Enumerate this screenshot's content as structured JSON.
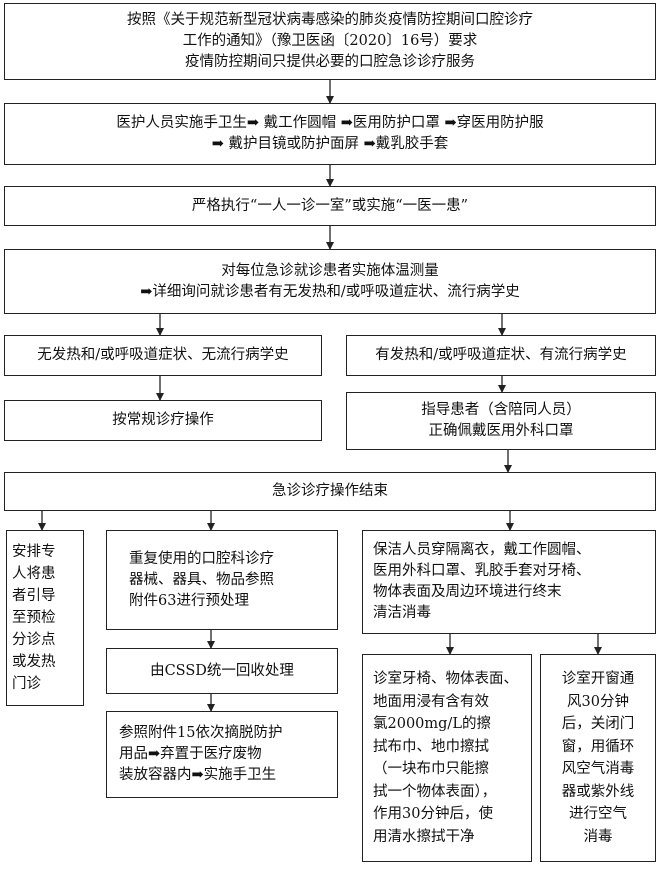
{
  "nodes": {
    "n1": [
      "按照《关于规范新型冠状病毒感染的肺炎疫情防控期间口腔诊疗",
      "工作的通知》（豫卫医函〔2020〕16号）要求",
      "疫情防控期间只提供必要的口腔急诊诊疗服务"
    ],
    "n2": [
      "医护人员实施手卫生➡ 戴工作圆帽 ➡医用防护口罩 ➡穿医用防护服",
      "➡ 戴护目镜或防护面屏 ➡戴乳胶手套"
    ],
    "n3": [
      "严格执行“一人一诊一室”或实施“一医一患”"
    ],
    "n4": [
      "对每位急诊就诊患者实施体温测量",
      "➡详细询问就诊患者有无发热和/或呼吸道症状、流行病学史"
    ],
    "n5a": [
      "无发热和/或呼吸道症状、无流行病学史"
    ],
    "n5b": [
      "有发热和/或呼吸道症状、有流行病学史"
    ],
    "n6a": [
      "按常规诊疗操作"
    ],
    "n6b": [
      "指导患者（含陪同人员）",
      "正确佩戴医用外科口罩"
    ],
    "n7": [
      "急诊诊疗操作结束"
    ],
    "n8a": [
      "安排专",
      "人将患",
      "者引导",
      "至预检",
      "分诊点",
      "或发热",
      "门诊"
    ],
    "n8b": [
      "重复使用的口腔科诊疗",
      "器械、器具、物品参照",
      "附件63进行预处理"
    ],
    "n8c": [
      "保洁人员穿隔离衣，戴工作圆帽、",
      "医用外科口罩、乳胶手套对牙椅、",
      "物体表面及周边环境进行终末",
      "清洁消毒"
    ],
    "n9b": [
      "由CSSD统一回收处理"
    ],
    "n10b": [
      "参照附件15依次摘脱防护",
      "用品➡弃置于医疗废物",
      "装放容器内➡实施手卫生"
    ],
    "n9c": [
      "诊室牙椅、物体表面、",
      "地面用浸有含有效",
      "氯2000mg/L的擦",
      "拭布巾、地巾擦拭",
      "（一块布巾只能擦",
      "拭一个物体表面），",
      "作用30分钟后，使",
      "用清水擦拭干净"
    ],
    "n9d": [
      "诊室开窗通",
      "风30分钟",
      "后，关闭门",
      "窗，用循环",
      "风空气消毒",
      "器或紫外线",
      "进行空气",
      "消毒"
    ]
  }
}
